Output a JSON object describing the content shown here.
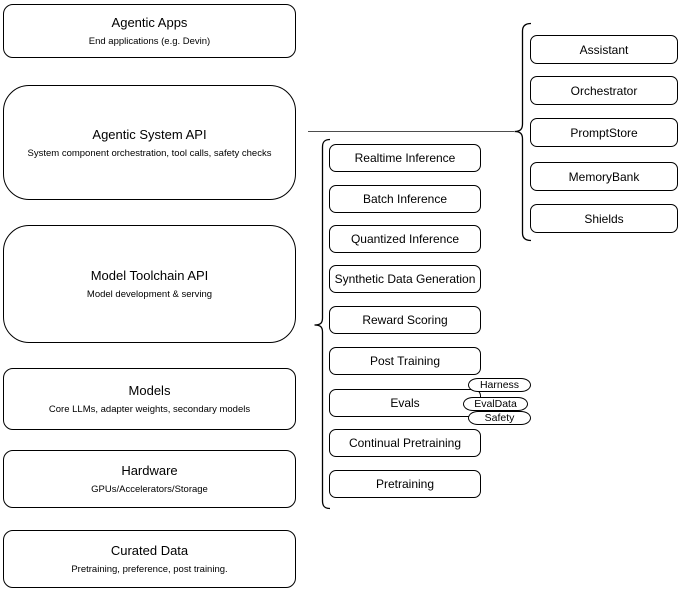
{
  "diagram": {
    "stack": [
      {
        "title": "Agentic Apps",
        "subtitle": "End applications (e.g. Devin)"
      },
      {
        "title": "Agentic System API",
        "subtitle": "System component orchestration, tool calls, safety checks"
      },
      {
        "title": "Model Toolchain API",
        "subtitle": "Model development & serving"
      },
      {
        "title": "Models",
        "subtitle": "Core LLMs, adapter weights, secondary models"
      },
      {
        "title": "Hardware",
        "subtitle": "GPUs/Accelerators/Storage"
      },
      {
        "title": "Curated Data",
        "subtitle": "Pretraining, preference, post training."
      }
    ],
    "toolchain_items": [
      "Realtime Inference",
      "Batch Inference",
      "Quantized Inference",
      "Synthetic Data Generation",
      "Reward Scoring",
      "Post Training",
      "Evals",
      "Continual Pretraining",
      "Pretraining"
    ],
    "evals_tags": [
      "Harness",
      "EvalData",
      "Safety"
    ],
    "system_components": [
      "Assistant",
      "Orchestrator",
      "PromptStore",
      "MemoryBank",
      "Shields"
    ],
    "colors": {
      "stroke": "#000000",
      "connector": "#4d4d4d",
      "fill": "#ffffff"
    }
  }
}
